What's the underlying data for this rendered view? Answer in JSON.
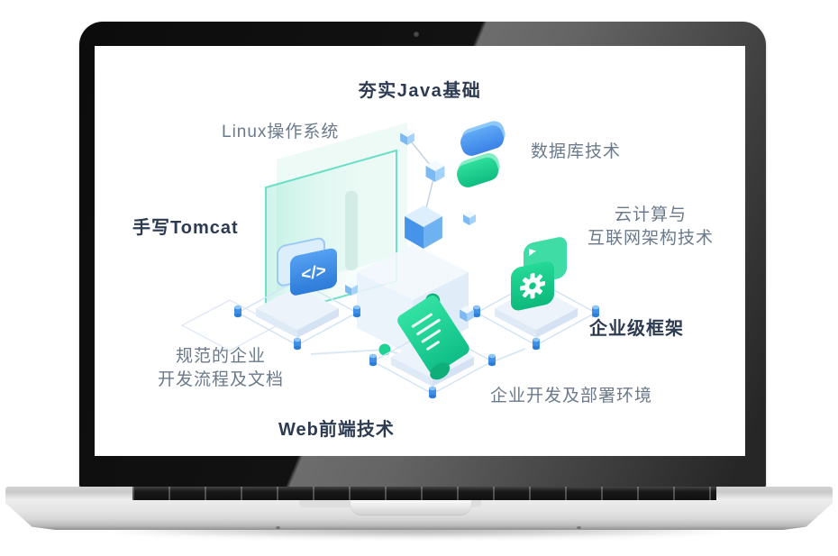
{
  "device": {
    "kind": "laptop-mockup"
  },
  "diagram": {
    "title": "夯实Java基础",
    "labels": {
      "linux": "Linux操作系统",
      "database": "数据库技术",
      "tomcat": "手写Tomcat",
      "cloud_line1": "云计算与",
      "cloud_line2": "互联网架构技术",
      "framework": "企业级框架",
      "process_line1": "规范的企业",
      "process_line2": "开发流程及文档",
      "deploy": "企业开发及部署环境",
      "web": "Web前端技术"
    }
  },
  "icons": {
    "code_glyph": "</>"
  },
  "colors": {
    "accent_blue": "#3f8fe8",
    "accent_green": "#1ecb8c",
    "panel_teal": "#4fd8bc",
    "text_dark": "#2c3b52",
    "text_gray": "#6b7a8b"
  }
}
